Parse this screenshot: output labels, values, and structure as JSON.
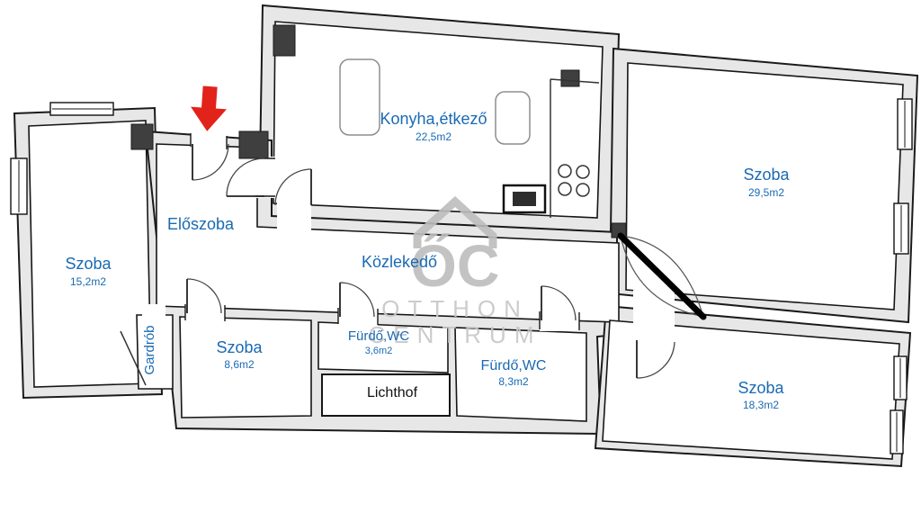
{
  "rooms": {
    "kitchen": {
      "name": "Konyha,étkező",
      "area": "22,5m2"
    },
    "room_top_right": {
      "name": "Szoba",
      "area": "29,5m2"
    },
    "room_left": {
      "name": "Szoba",
      "area": "15,2m2"
    },
    "hall": {
      "name": "Előszoba"
    },
    "corridor": {
      "name": "Közlekedő"
    },
    "wardrobe": {
      "name": "Gardrób"
    },
    "room_small": {
      "name": "Szoba",
      "area": "8,6m2"
    },
    "bath_small": {
      "name": "Fürdő,WC",
      "area": "3,6m2"
    },
    "lichthof": {
      "name": "Lichthof"
    },
    "bath_large": {
      "name": "Fürdő,WC",
      "area": "8,3m2"
    },
    "room_bottom_right": {
      "name": "Szoba",
      "area": "18,3m2"
    }
  },
  "watermark": {
    "monogram": "ŐC",
    "line1": "OTTHON",
    "line2": "CENTRUM"
  },
  "colors": {
    "room_label": "#1a6ab3",
    "lichthof_label": "#111111",
    "wall_fill": "#e7e7e7",
    "wall_stroke": "#1b1b1b",
    "entrance_arrow": "#e2231a",
    "watermark_dark": "#bdbdbd",
    "watermark_light": "#c7c7c7"
  }
}
